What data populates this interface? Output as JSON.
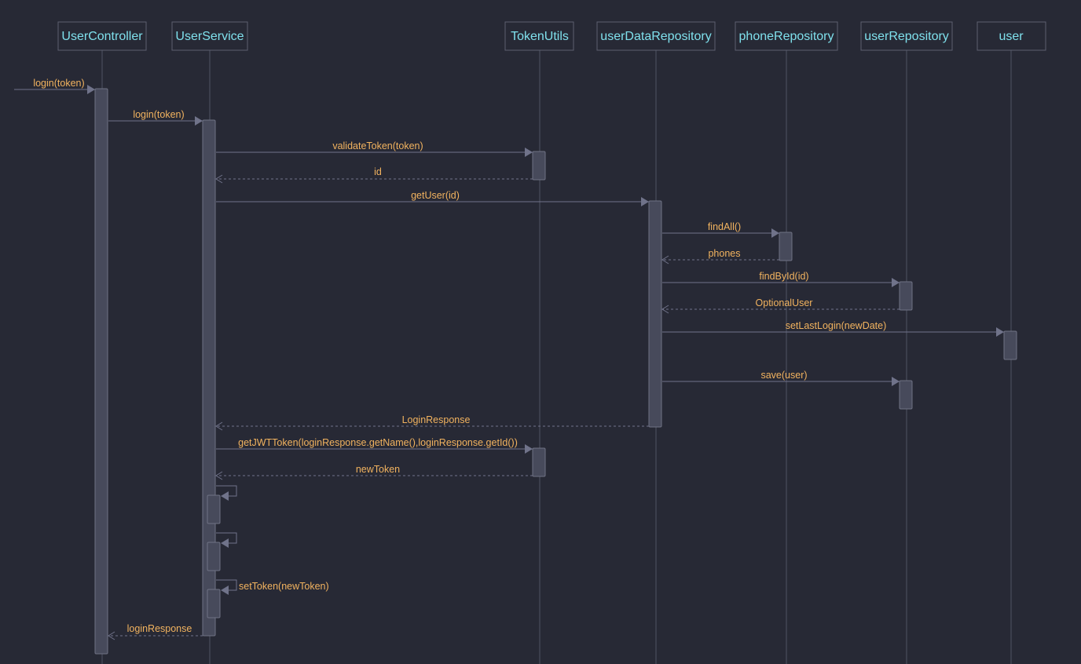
{
  "participants": [
    {
      "id": "p0",
      "name": "UserController"
    },
    {
      "id": "p1",
      "name": "UserService"
    },
    {
      "id": "p2",
      "name": "TokenUtils"
    },
    {
      "id": "p3",
      "name": "userDataRepository"
    },
    {
      "id": "p4",
      "name": "phoneRepository"
    },
    {
      "id": "p5",
      "name": "userRepository"
    },
    {
      "id": "p6",
      "name": "user"
    }
  ],
  "messages": [
    {
      "from": "external",
      "to": "UserController",
      "label": "login(token)",
      "kind": "call"
    },
    {
      "from": "UserController",
      "to": "UserService",
      "label": "login(token)",
      "kind": "call"
    },
    {
      "from": "UserService",
      "to": "TokenUtils",
      "label": "validateToken(token)",
      "kind": "call"
    },
    {
      "from": "TokenUtils",
      "to": "UserService",
      "label": "id",
      "kind": "return"
    },
    {
      "from": "UserService",
      "to": "userDataRepository",
      "label": "getUser(id)",
      "kind": "call"
    },
    {
      "from": "userDataRepository",
      "to": "phoneRepository",
      "label": "findAll()",
      "kind": "call"
    },
    {
      "from": "phoneRepository",
      "to": "userDataRepository",
      "label": "phones",
      "kind": "return"
    },
    {
      "from": "userDataRepository",
      "to": "userRepository",
      "label": "findById(id)",
      "kind": "call"
    },
    {
      "from": "userRepository",
      "to": "userDataRepository",
      "label": "OptionalUser",
      "kind": "return"
    },
    {
      "from": "userDataRepository",
      "to": "user",
      "label": "setLastLogin(newDate)",
      "kind": "call"
    },
    {
      "from": "userDataRepository",
      "to": "userRepository",
      "label": "save(user)",
      "kind": "call"
    },
    {
      "from": "userDataRepository",
      "to": "UserService",
      "label": "LoginResponse",
      "kind": "return"
    },
    {
      "from": "UserService",
      "to": "TokenUtils",
      "label": "getJWTToken(loginResponse.getName(),loginResponse.getId())",
      "kind": "call"
    },
    {
      "from": "TokenUtils",
      "to": "UserService",
      "label": "newToken",
      "kind": "return"
    },
    {
      "from": "UserService",
      "to": "UserService",
      "label": "",
      "kind": "self"
    },
    {
      "from": "UserService",
      "to": "UserService",
      "label": "",
      "kind": "self"
    },
    {
      "from": "UserService",
      "to": "UserService",
      "label": "setToken(newToken)",
      "kind": "self"
    },
    {
      "from": "UserService",
      "to": "UserController",
      "label": "loginResponse",
      "kind": "return"
    }
  ]
}
